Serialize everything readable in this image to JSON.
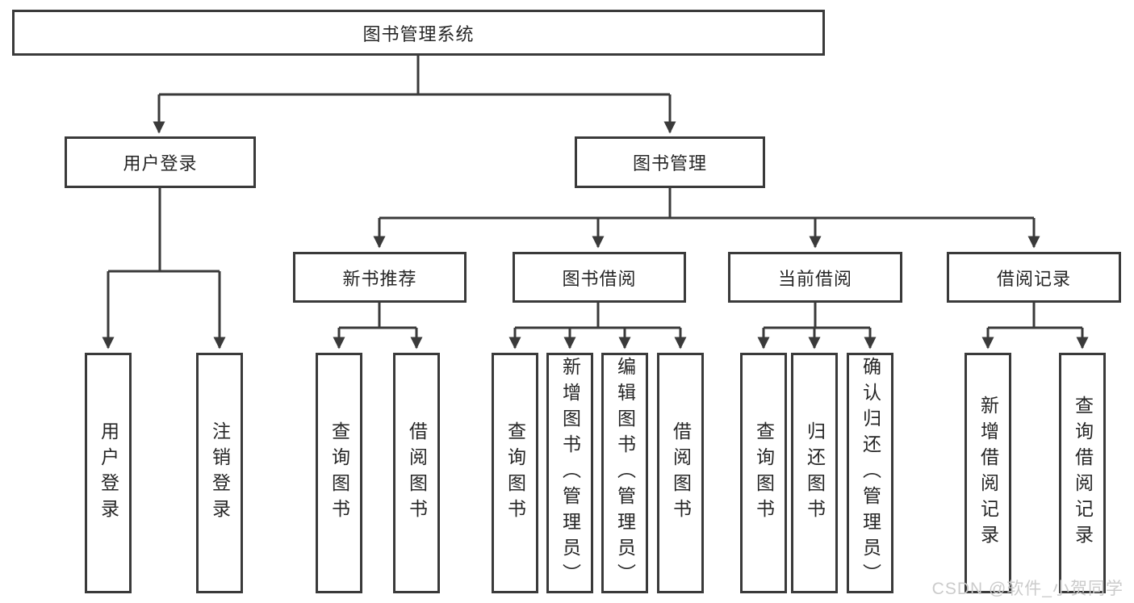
{
  "diagram": {
    "root": {
      "label": "图书管理系统"
    },
    "branches": [
      {
        "label": "用户登录",
        "leaves": [
          "用户登录",
          "注销登录"
        ]
      },
      {
        "label": "图书管理",
        "groups": [
          {
            "label": "新书推荐",
            "leaves": [
              "查询图书",
              "借阅图书"
            ]
          },
          {
            "label": "图书借阅",
            "leaves": [
              "查询图书",
              "新增图书（管理员）",
              "编辑图书（管理员）",
              "借阅图书"
            ]
          },
          {
            "label": "当前借阅",
            "leaves": [
              "查询图书",
              "归还图书",
              "确认归还（管理员）"
            ]
          },
          {
            "label": "借阅记录",
            "leaves": [
              "新增借阅记录",
              "查询借阅记录"
            ]
          }
        ]
      }
    ]
  },
  "watermark": "CSDN @软件_小贺同学",
  "colors": {
    "line": "#3a3a3a",
    "border": "#3a3a3a",
    "text": "#262626",
    "bg": "#ffffff",
    "watermark": "#cbcbcb"
  }
}
